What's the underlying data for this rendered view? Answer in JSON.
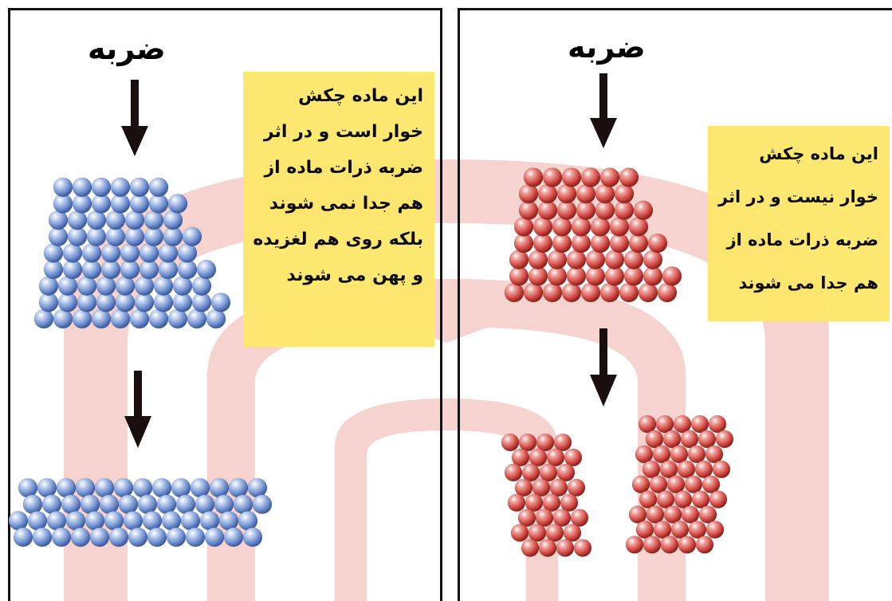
{
  "panels": [
    {
      "id": "left",
      "heading": "ضربه",
      "note_lines": [
        "این ماده چکش",
        "خوار است و در اثر",
        "ضربه ذرات ماده از",
        "هم جدا نمی شوند",
        "بلکه روی هم لغزیده",
        "و پهن می شوند"
      ],
      "ball_color": "#7f9fd6"
    },
    {
      "id": "right",
      "heading": "ضربه",
      "note_lines": [
        "این ماده چکش",
        "خوار نیست و در اثر",
        "ضربه ذرات ماده از",
        "هم جدا می شوند"
      ],
      "ball_color": "#d9534f"
    }
  ],
  "colors": {
    "watermark": "#f6c9c6",
    "note_background": "#fde86a",
    "arrow": "#1a0f0f"
  }
}
